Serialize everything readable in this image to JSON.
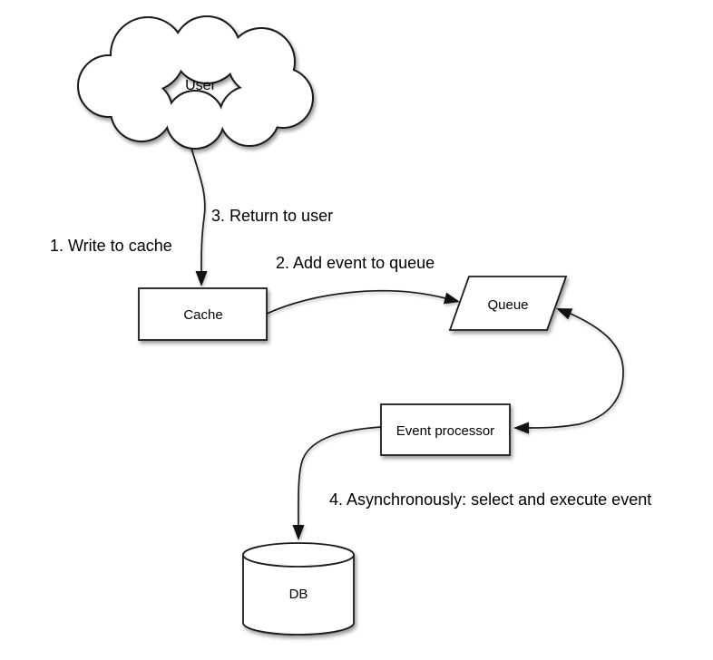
{
  "diagram": {
    "background_color": "#ffffff",
    "stroke_color": "#1b1b1b",
    "text_color": "#000000",
    "nodes": {
      "user": {
        "label": "User",
        "shape": "cloud"
      },
      "cache": {
        "label": "Cache",
        "shape": "rectangle"
      },
      "queue": {
        "label": "Queue",
        "shape": "parallelogram"
      },
      "event_processor": {
        "label": "Event processor",
        "shape": "rectangle"
      },
      "db": {
        "label": "DB",
        "shape": "cylinder"
      }
    },
    "edges": [
      {
        "from": "user",
        "to": "cache",
        "style": "arrow"
      },
      {
        "from": "cache",
        "to": "queue",
        "style": "arrow"
      },
      {
        "from": "queue",
        "to": "event_processor",
        "style": "double-arrow"
      },
      {
        "from": "event_processor",
        "to": "db",
        "style": "arrow"
      }
    ],
    "labels": {
      "step1": "1. Write to cache",
      "step2": "2. Add event to queue",
      "step3": "3. Return to user",
      "step4": "4. Asynchronously: select and execute event"
    }
  }
}
